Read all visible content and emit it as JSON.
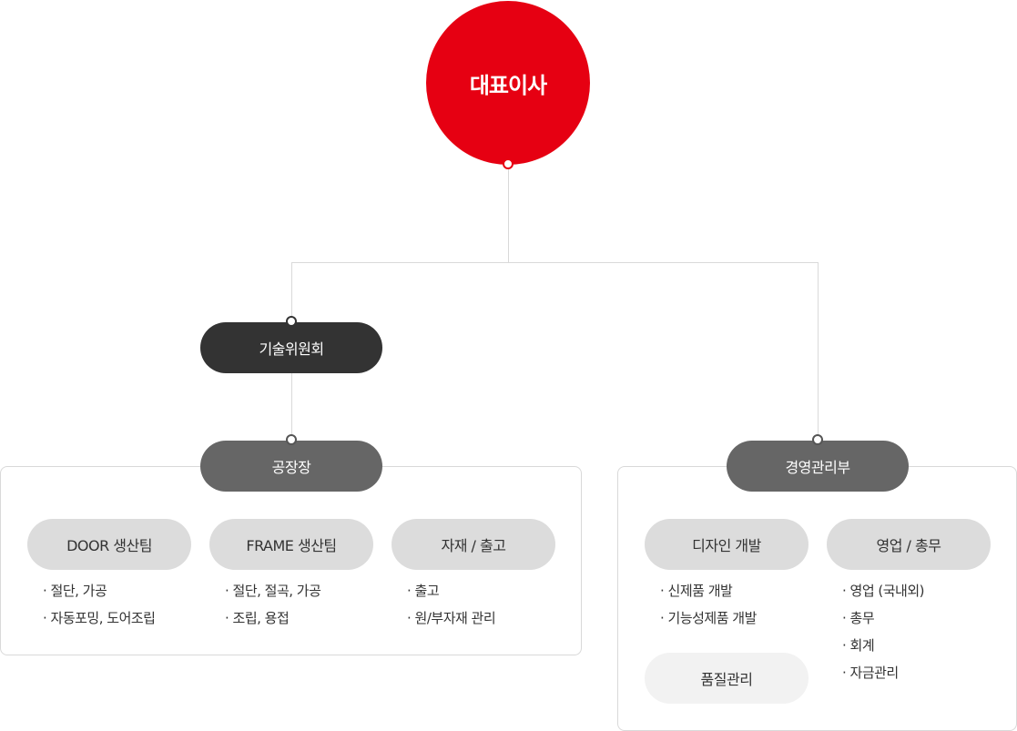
{
  "ceo": {
    "label": "대표이사"
  },
  "committee": {
    "label": "기술위원회"
  },
  "factory": {
    "label": "공장장",
    "teams": [
      {
        "label": "DOOR 생산팀",
        "items": [
          "· 절단, 가공",
          "· 자동포밍, 도어조립"
        ]
      },
      {
        "label": "FRAME 생산팀",
        "items": [
          "· 절단, 절곡, 가공",
          "· 조립, 용접"
        ]
      },
      {
        "label": "자재 / 출고",
        "items": [
          "· 출고",
          "· 원/부자재 관리"
        ]
      }
    ]
  },
  "management": {
    "label": "경영관리부",
    "teams": [
      {
        "label": "디자인 개발",
        "items": [
          "· 신제품 개발",
          "· 기능성제품 개발"
        ]
      },
      {
        "label": "영업 / 총무",
        "items": [
          "· 영업 (국내외)",
          "· 총무",
          "· 회계",
          "· 자금관리"
        ]
      },
      {
        "label": "품질관리"
      }
    ]
  },
  "colors": {
    "accent": "#e60012",
    "dark": "#333333",
    "mid": "#666666",
    "light": "#dcdcdc",
    "lighter": "#f2f2f2"
  }
}
